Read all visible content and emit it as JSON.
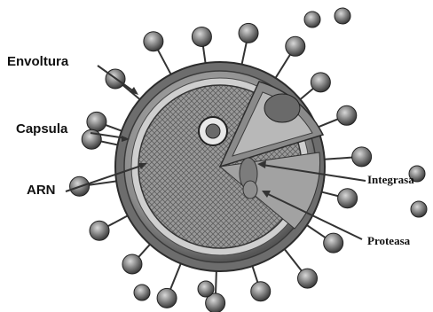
{
  "diagram": {
    "labels": {
      "envelope": "Envoltura",
      "capsule": "Capsula",
      "rna": "ARN",
      "integrase": "Integrasa",
      "protease": "Proteasa"
    }
  }
}
